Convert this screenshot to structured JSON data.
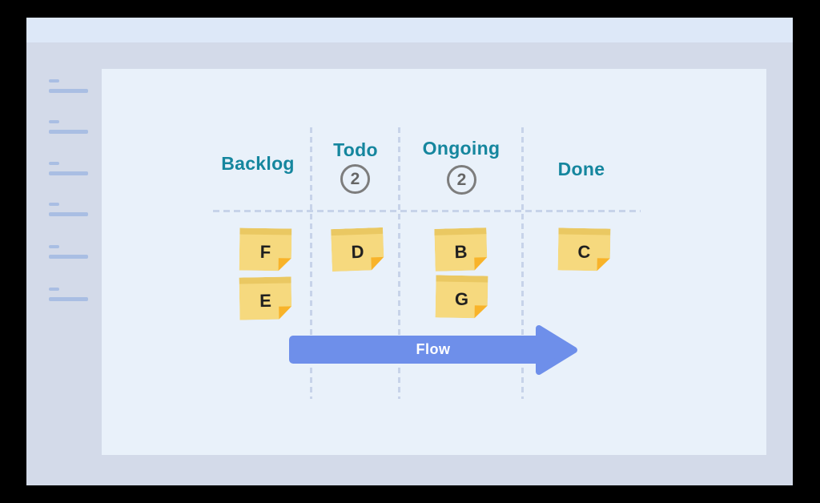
{
  "board": {
    "columns": [
      {
        "name": "Backlog",
        "wip": "",
        "cards": [
          "F",
          "E"
        ]
      },
      {
        "name": "Todo",
        "wip": "2",
        "cards": [
          "D"
        ]
      },
      {
        "name": "Ongoing",
        "wip": "2",
        "cards": [
          "B",
          "G"
        ]
      },
      {
        "name": "Done",
        "wip": "",
        "cards": [
          "C"
        ]
      }
    ],
    "flow_label": "Flow"
  },
  "sidebar": {
    "skeleton_rows": 6
  },
  "colors": {
    "header_teal": "#15869e",
    "note_yellow": "#f6d97e",
    "note_fold_orange": "#f8b32a",
    "arrow_blue": "#6e8fea",
    "wip_ring_gray": "#7d7d7d",
    "panel_bg": "#e9f1fa",
    "window_bg": "#d3dae9",
    "topbar_bg": "#dde8f8"
  }
}
